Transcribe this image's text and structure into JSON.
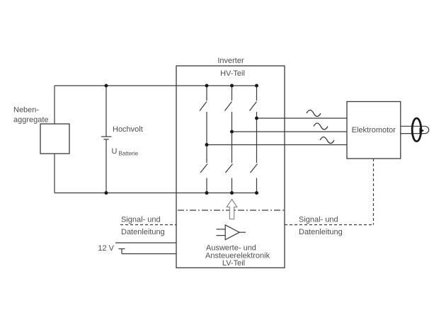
{
  "colors": {
    "line": "#3a3a3a",
    "text": "#4d4d4d",
    "dot": "#1a1a1a",
    "arrow_outline": "#8f8f8f"
  },
  "left_circuit": {
    "aux_label_line1": "Neben-",
    "aux_label_line2": "aggregate",
    "hv_battery_label": "Hochvolt",
    "hv_voltage_symbol": "U",
    "hv_voltage_subscript": "Batterie"
  },
  "inverter": {
    "title": "Inverter",
    "hv_section_label": "HV-Teil",
    "lv_section_label": "LV-Teil",
    "electronics_label_line1": "Auswerte- und",
    "electronics_label_line2": "Ansteuerelektronik"
  },
  "motor": {
    "label": "Elektromotor"
  },
  "signal_line_left": {
    "line1": "Signal- und",
    "line2": "Datenleitung"
  },
  "signal_line_right": {
    "line1": "Signal- und",
    "line2": "Datenleitung"
  },
  "lv_supply": {
    "label": "12 V"
  }
}
